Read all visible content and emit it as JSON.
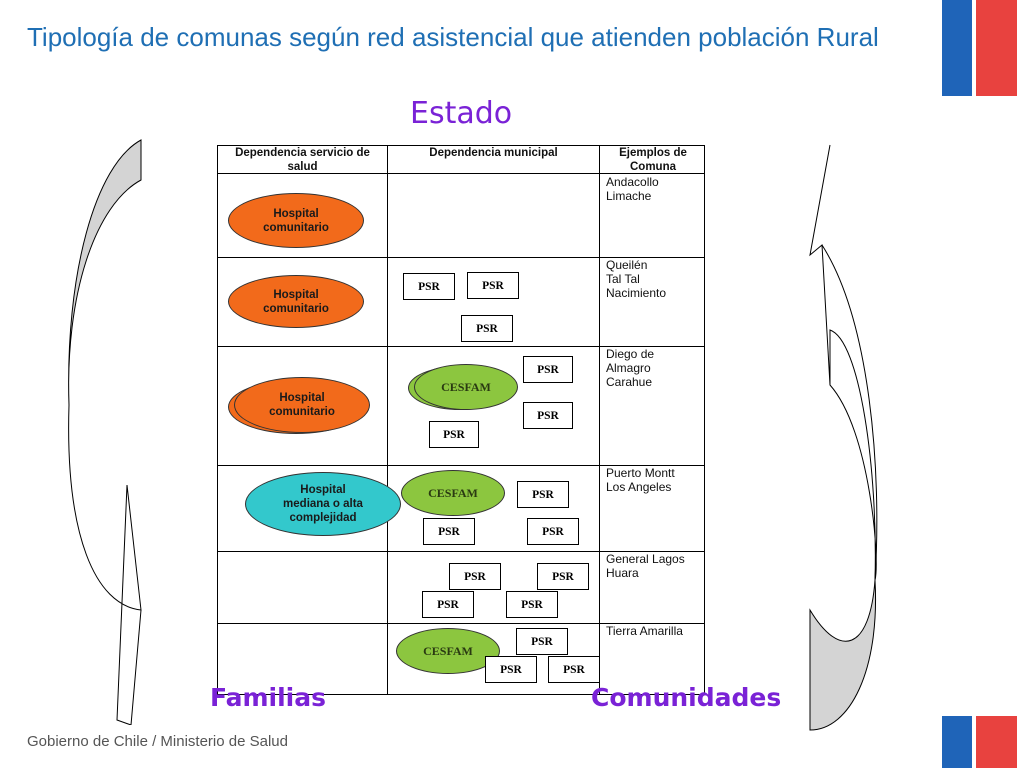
{
  "title": "Tipología de comunas según red asistencial que atienden población Rural",
  "subtitle": "Estado",
  "footer": "Gobierno de Chile / Ministerio de Salud",
  "table": {
    "headers": [
      "Dependencia servicio de salud",
      "Dependencia municipal",
      "Ejemplos de Comuna"
    ],
    "rows": [
      {
        "examples": [
          "Andacollo",
          "Limache"
        ]
      },
      {
        "examples": [
          "Queilén",
          "Tal Tal",
          "Nacimiento"
        ]
      },
      {
        "examples": [
          "Diego de",
          "Almagro",
          "Carahue"
        ]
      },
      {
        "examples": [
          "Puerto Montt",
          "Los Angeles"
        ]
      },
      {
        "examples": [
          "General Lagos",
          "Huara"
        ]
      },
      {
        "examples": [
          "Tierra Amarilla"
        ]
      }
    ]
  },
  "labels": {
    "hospital_comunitario": [
      "Hospital",
      "comunitario"
    ],
    "hospital_mediana": [
      "Hospital",
      "mediana o alta",
      "complejidad"
    ],
    "cesfam": "CESFAM",
    "psr": "PSR"
  },
  "left_label": "Familias",
  "right_label": "Comunidades",
  "colors": {
    "title": "#1f6fb4",
    "accent_purple": "#7a22d6",
    "hospital_orange": "#f26a1b",
    "hospital_teal": "#33c8cc",
    "cesfam_green": "#8cc63f",
    "arrow_gray": "#d4d4d4",
    "flag_blue": "#1f64b8",
    "flag_red": "#e8423f"
  }
}
